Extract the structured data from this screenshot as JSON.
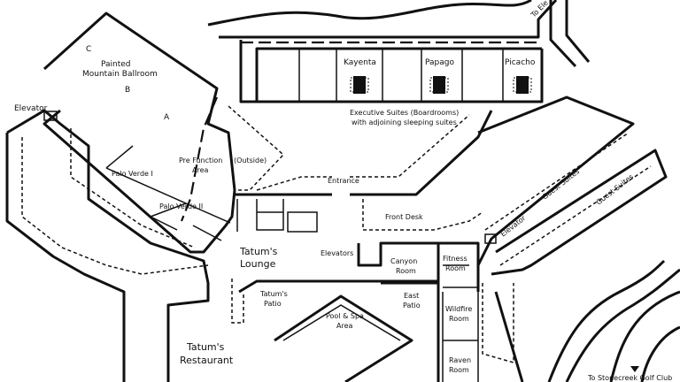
{
  "map": {
    "title": "Floor plan",
    "accent": "#111111",
    "labels": {
      "to_elevator": "To Ele",
      "ballroom_c": "C",
      "ballroom_name_1": "Painted",
      "ballroom_name_2": "Mountain Ballroom",
      "ballroom_b": "B",
      "ballroom_a": "A",
      "elevator_left": "Elevator",
      "kayenta": "Kayenta",
      "papago": "Papago",
      "picacho": "Picacho",
      "exec_suites_1": "Executive Suites (Boardrooms)",
      "exec_suites_2": "with adjoining sleeping suites",
      "pre_function_1": "Pre Function",
      "pre_function_2": "Area",
      "outside": "(Outside)",
      "palo_verde_1": "Palo Verde I",
      "palo_verde_2": "Palo Verde II",
      "entrance": "Entrance",
      "front_desk": "Front Desk",
      "elevator_right": "Elevator",
      "guest_suites_1": "Guest Suites",
      "guest_suites_2": "Guest Suites",
      "tatums_lounge_1": "Tatum's",
      "tatums_lounge_2": "Lounge",
      "elevators": "Elevators",
      "canyon_1": "Canyon",
      "canyon_2": "Room",
      "fitness_1": "Fitness",
      "fitness_2": "Room",
      "tatums_patio_1": "Tatum's",
      "tatums_patio_2": "Patio",
      "east_patio_1": "East",
      "east_patio_2": "Patio",
      "pool_1": "Pool & Spa",
      "pool_2": "Area",
      "wildfire_1": "Wildfire",
      "wildfire_2": "Room",
      "restaurant_1": "Tatum's",
      "restaurant_2": "Restaurant",
      "raven_1": "Raven",
      "raven_2": "Room",
      "golf_club": "To Stonecreek Golf Club"
    }
  }
}
